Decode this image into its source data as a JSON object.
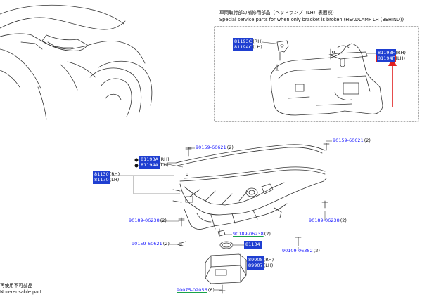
{
  "header": {
    "jp": "車両取付部の補修用部品（ヘッドランプ（LH）表面視）",
    "en": "Special service parts for when only bracket is broken.(HEADLAMP LH (BEHIND))"
  },
  "footer": {
    "jp": "再使用不可部品",
    "en": "Non-reusable part"
  },
  "labels": {
    "a": {
      "code": "81193C",
      "suffix": "(RH)"
    },
    "b": {
      "code": "81194C",
      "suffix": "(LH)"
    },
    "c": {
      "code": "81193F",
      "suffix": "(RH)"
    },
    "d": {
      "code": "81194F",
      "suffix": "(LH)"
    },
    "e": {
      "code": "90159-60621",
      "suffix": "(2)"
    },
    "f": {
      "code": "90159-60621",
      "suffix": "(2)"
    },
    "g": {
      "code": "81193A",
      "suffix": "(RH)"
    },
    "h": {
      "code": "81194A",
      "suffix": "(LH)"
    },
    "i": {
      "code": "81130",
      "suffix": "(RH)"
    },
    "j": {
      "code": "81170",
      "suffix": "(LH)"
    },
    "k": {
      "code": "90189-06238",
      "suffix": "(2)"
    },
    "l": {
      "code": "90189-06238",
      "suffix": "(2)"
    },
    "m": {
      "code": "90189-06238",
      "suffix": "(2)"
    },
    "n": {
      "code": "90159-60621",
      "suffix": "(2)"
    },
    "o": {
      "code": "81134",
      "suffix": ""
    },
    "p": {
      "code": "90109-06382",
      "suffix": "(2)"
    },
    "q": {
      "code": "89908",
      "suffix": "(RH)"
    },
    "r": {
      "code": "89907",
      "suffix": "(LH)"
    },
    "s": {
      "code": "90075-02056",
      "suffix": "(6)"
    }
  },
  "colors": {
    "accent": "#1f3fd1",
    "highlight": "#e02020",
    "link_underline": "#19a34a",
    "line": "#333333"
  }
}
